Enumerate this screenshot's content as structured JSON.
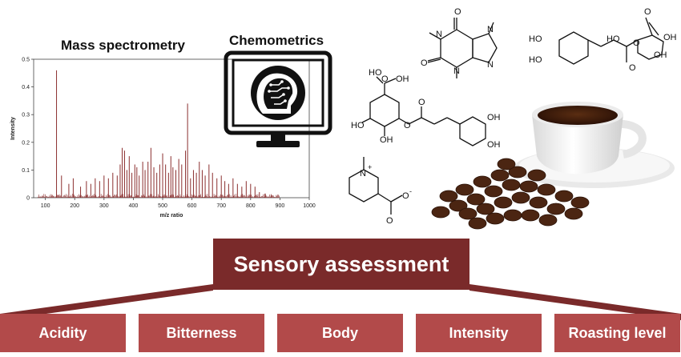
{
  "headings": {
    "mass_spectrometry": "Mass spectrometry",
    "chemometrics": "Chemometrics"
  },
  "chart_data": {
    "type": "bar",
    "xlabel": "m/z ratio",
    "ylabel": "Intensity",
    "xlim": [
      60,
      1000
    ],
    "ylim": [
      0,
      0.5
    ],
    "xticks": [
      100,
      200,
      300,
      400,
      500,
      600,
      700,
      800,
      900,
      1000
    ],
    "yticks": [
      0,
      0.1,
      0.2,
      0.3,
      0.4,
      0.5
    ],
    "grid": false,
    "color": "#8b2f2f",
    "peaks": [
      {
        "x": 138,
        "y": 0.46
      },
      {
        "x": 155,
        "y": 0.08
      },
      {
        "x": 180,
        "y": 0.05
      },
      {
        "x": 195,
        "y": 0.07
      },
      {
        "x": 220,
        "y": 0.04
      },
      {
        "x": 240,
        "y": 0.06
      },
      {
        "x": 255,
        "y": 0.05
      },
      {
        "x": 270,
        "y": 0.07
      },
      {
        "x": 285,
        "y": 0.06
      },
      {
        "x": 300,
        "y": 0.08
      },
      {
        "x": 315,
        "y": 0.07
      },
      {
        "x": 330,
        "y": 0.09
      },
      {
        "x": 345,
        "y": 0.08
      },
      {
        "x": 355,
        "y": 0.12
      },
      {
        "x": 362,
        "y": 0.18
      },
      {
        "x": 370,
        "y": 0.17
      },
      {
        "x": 378,
        "y": 0.1
      },
      {
        "x": 386,
        "y": 0.15
      },
      {
        "x": 395,
        "y": 0.09
      },
      {
        "x": 405,
        "y": 0.12
      },
      {
        "x": 412,
        "y": 0.11
      },
      {
        "x": 420,
        "y": 0.08
      },
      {
        "x": 432,
        "y": 0.13
      },
      {
        "x": 440,
        "y": 0.1
      },
      {
        "x": 450,
        "y": 0.13
      },
      {
        "x": 460,
        "y": 0.18
      },
      {
        "x": 470,
        "y": 0.11
      },
      {
        "x": 480,
        "y": 0.09
      },
      {
        "x": 490,
        "y": 0.12
      },
      {
        "x": 500,
        "y": 0.16
      },
      {
        "x": 510,
        "y": 0.12
      },
      {
        "x": 520,
        "y": 0.09
      },
      {
        "x": 528,
        "y": 0.15
      },
      {
        "x": 535,
        "y": 0.11
      },
      {
        "x": 545,
        "y": 0.1
      },
      {
        "x": 555,
        "y": 0.14
      },
      {
        "x": 565,
        "y": 0.12
      },
      {
        "x": 578,
        "y": 0.17
      },
      {
        "x": 585,
        "y": 0.34
      },
      {
        "x": 595,
        "y": 0.07
      },
      {
        "x": 605,
        "y": 0.1
      },
      {
        "x": 615,
        "y": 0.09
      },
      {
        "x": 625,
        "y": 0.13
      },
      {
        "x": 635,
        "y": 0.1
      },
      {
        "x": 645,
        "y": 0.08
      },
      {
        "x": 658,
        "y": 0.12
      },
      {
        "x": 670,
        "y": 0.09
      },
      {
        "x": 685,
        "y": 0.07
      },
      {
        "x": 700,
        "y": 0.08
      },
      {
        "x": 712,
        "y": 0.06
      },
      {
        "x": 725,
        "y": 0.05
      },
      {
        "x": 740,
        "y": 0.07
      },
      {
        "x": 755,
        "y": 0.05
      },
      {
        "x": 770,
        "y": 0.04
      },
      {
        "x": 785,
        "y": 0.06
      },
      {
        "x": 800,
        "y": 0.05
      },
      {
        "x": 815,
        "y": 0.04
      },
      {
        "x": 830,
        "y": 0.02
      },
      {
        "x": 850,
        "y": 0.015
      },
      {
        "x": 870,
        "y": 0.01
      }
    ]
  },
  "molecules": {
    "caffeine_atoms": [
      "O",
      "O",
      "N",
      "N",
      "N",
      "N"
    ],
    "caffeic_atoms": [
      "HO",
      "HO",
      "O",
      "O",
      "HO",
      "OH",
      "OH",
      "O"
    ],
    "cqa_atoms": [
      "O",
      "OH",
      "HO",
      "HO",
      "OH",
      "O",
      "O",
      "OH",
      "OH"
    ],
    "trigonelline_atoms": [
      "N",
      "+",
      "O",
      "O",
      "-"
    ]
  },
  "sensory": {
    "title": "Sensory assessment",
    "attributes": [
      "Acidity",
      "Bitterness",
      "Body",
      "Intensity",
      "Roasting level"
    ]
  },
  "colors": {
    "dark_red": "#7a2a2a",
    "box_red": "#b24a4a",
    "spectrum": "#8b2f2f"
  }
}
